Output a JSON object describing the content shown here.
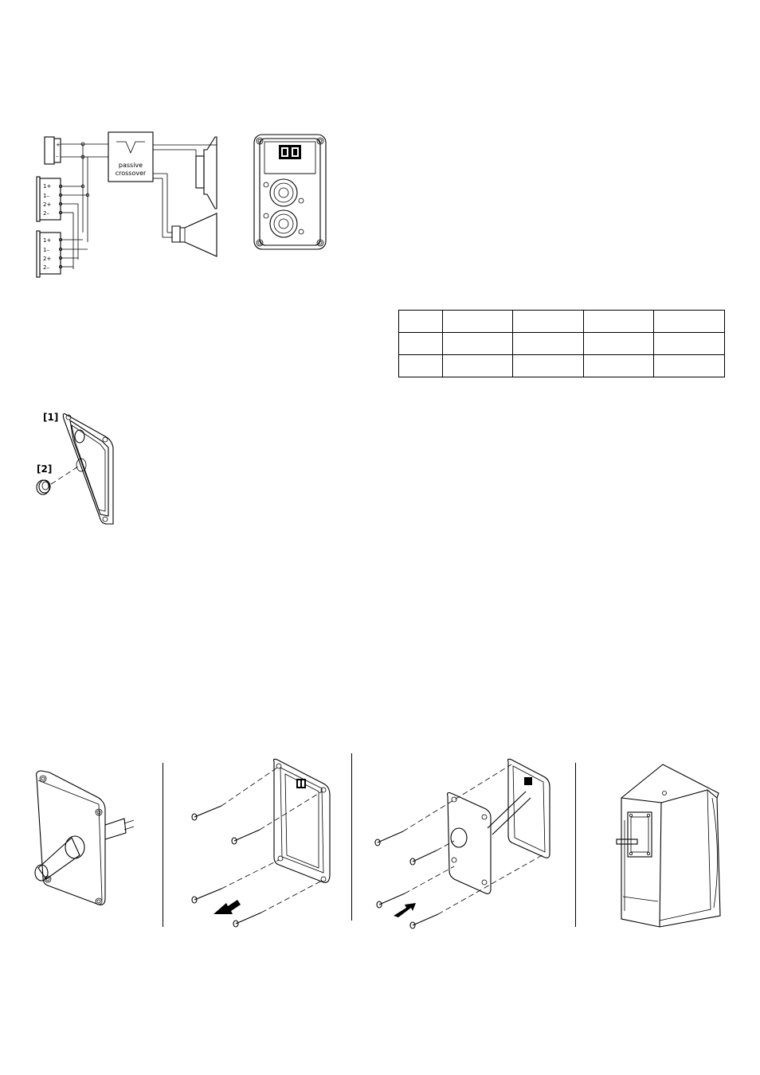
{
  "wiring_diagram": {
    "crossover_label_line1": "passive",
    "crossover_label_line2": "crossover",
    "top_terminal_plus": "+",
    "top_terminal_minus": "–",
    "block_a": {
      "t1": "1+",
      "t2": "1–",
      "t3": "2+",
      "t4": "2–"
    },
    "block_b": {
      "t1": "1+",
      "t2": "1–",
      "t3": "2+",
      "t4": "2–"
    }
  },
  "table": {
    "rows": [
      [
        "",
        "",
        "",
        "",
        ""
      ],
      [
        "",
        "",
        "",
        "",
        ""
      ],
      [
        "",
        "",
        "",
        "",
        ""
      ]
    ]
  },
  "plate_callouts": {
    "label_1": "[1]",
    "label_2": "[2]"
  }
}
